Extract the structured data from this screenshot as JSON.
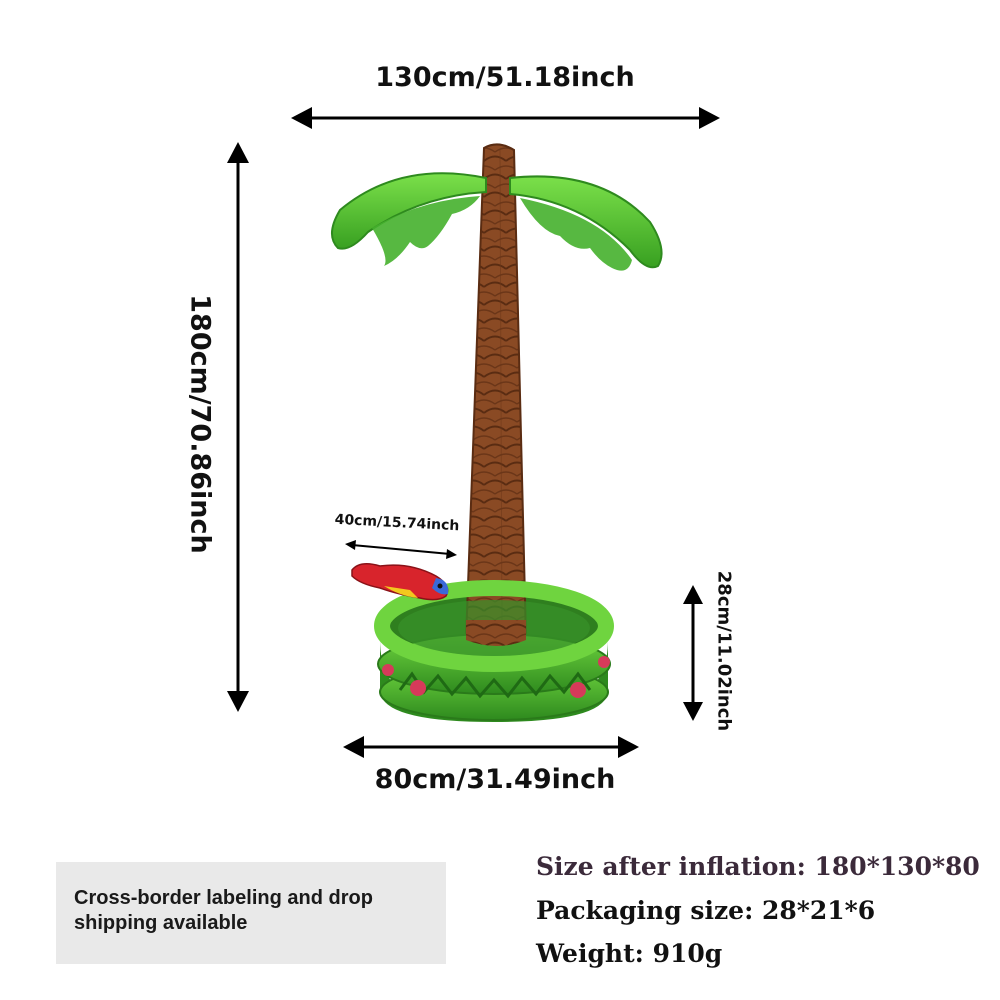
{
  "dimensions": {
    "top_width": "130cm/51.18inch",
    "height": "180cm/70.86inch",
    "parrot_width": "40cm/15.74inch",
    "base_height": "28cm/11.02inch",
    "bottom_width": "80cm/31.49inch"
  },
  "note": {
    "text": "Cross-border labeling and drop shipping available"
  },
  "specs": [
    "Size after inflation: 180*130*80",
    "Packaging size: 28*21*6",
    "Weight: 910g"
  ],
  "colors": {
    "leaf_green": "#5cc83a",
    "trunk_brown": "#7a4020",
    "pool_green": "#3fa52a",
    "parrot_red": "#d8242c",
    "arrow": "#000000"
  }
}
